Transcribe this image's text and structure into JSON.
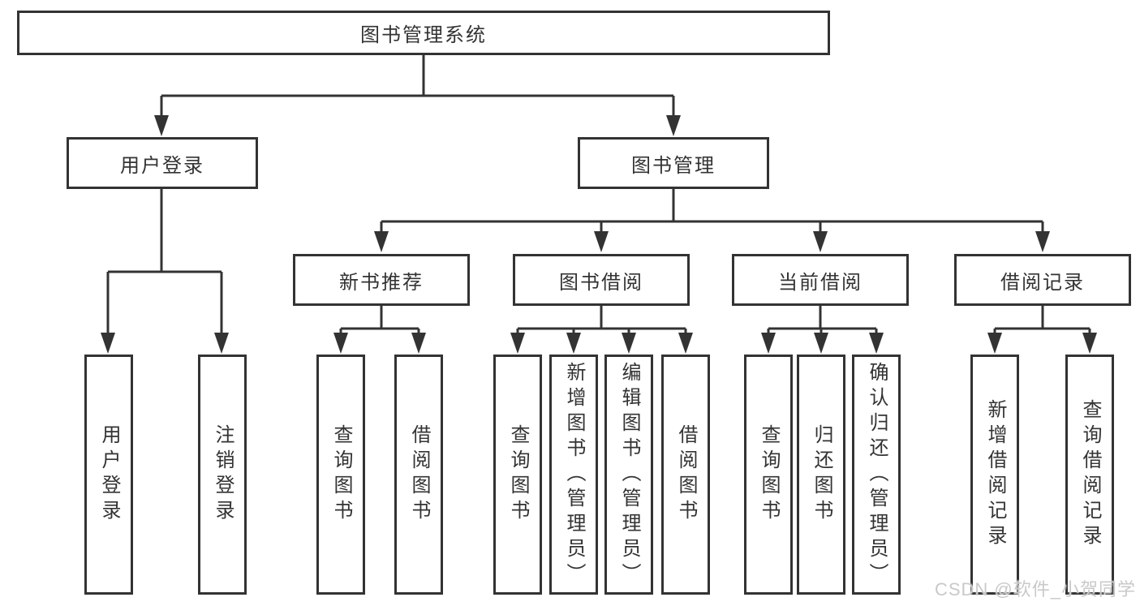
{
  "diagram_type": "hierarchy-tree",
  "colors": {
    "line": "#333333",
    "node_border": "#333333",
    "node_text": "#333333",
    "background": "#ffffff",
    "watermark": "#c9c9c9"
  },
  "tree": {
    "root": {
      "label": "图书管理系统"
    },
    "branches": [
      {
        "label": "用户登录",
        "children": [
          {
            "label": "用户登录"
          },
          {
            "label": "注销登录"
          }
        ]
      },
      {
        "label": "图书管理",
        "sections": [
          {
            "label": "新书推荐",
            "children": [
              {
                "label": "查询图书"
              },
              {
                "label": "借阅图书"
              }
            ]
          },
          {
            "label": "图书借阅",
            "children": [
              {
                "label": "查询图书"
              },
              {
                "label": "新增图书（管理员）"
              },
              {
                "label": "编辑图书（管理员）"
              },
              {
                "label": "借阅图书"
              }
            ]
          },
          {
            "label": "当前借阅",
            "children": [
              {
                "label": "查询图书"
              },
              {
                "label": "归还图书"
              },
              {
                "label": "确认归还（管理员）"
              }
            ]
          },
          {
            "label": "借阅记录",
            "children": [
              {
                "label": "新增借阅记录"
              },
              {
                "label": "查询借阅记录"
              }
            ]
          }
        ]
      }
    ]
  },
  "watermark": "CSDN @软件_小贺同学"
}
